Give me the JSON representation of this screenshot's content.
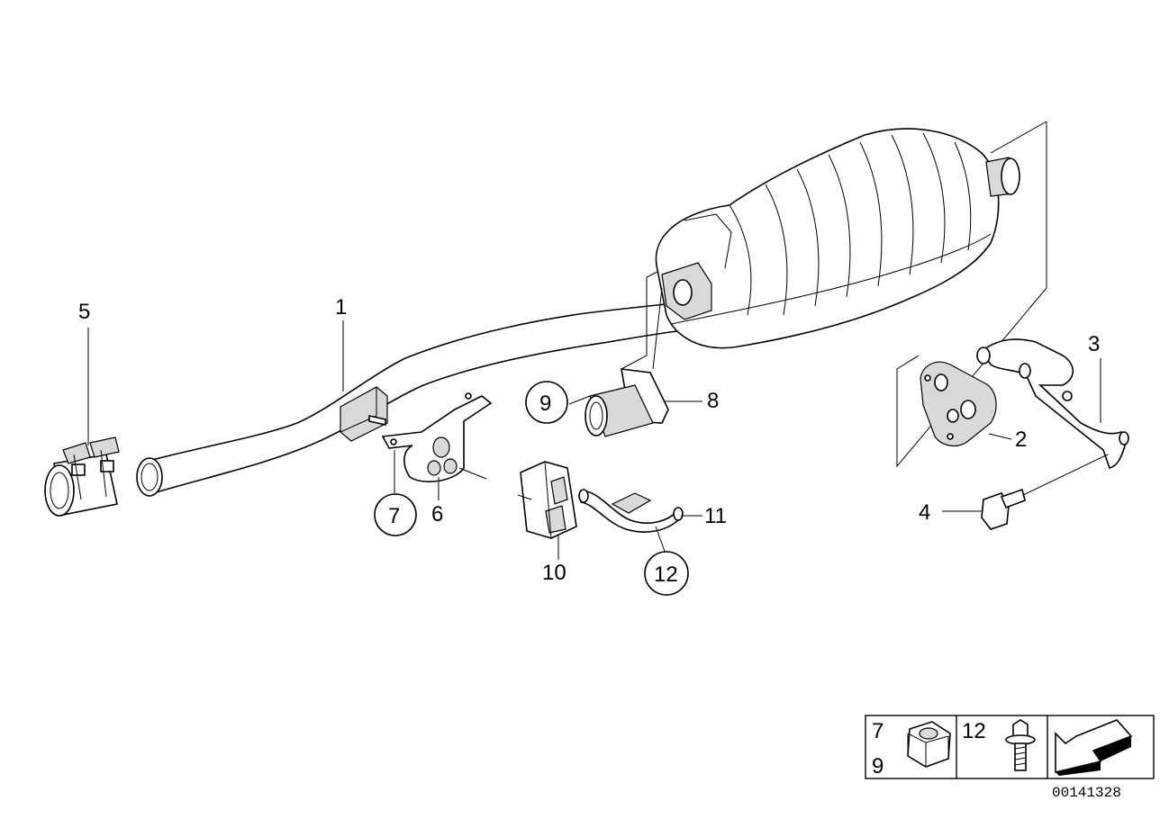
{
  "callouts": {
    "c1": "1",
    "c2": "2",
    "c3": "3",
    "c4": "4",
    "c5": "5",
    "c6": "6",
    "c7": "7",
    "c8": "8",
    "c9": "9",
    "c10": "10",
    "c11": "11",
    "c12": "12"
  },
  "legend": {
    "nut_top_label": "7",
    "nut_bottom_label": "9",
    "bolt_label": "12"
  },
  "diagram_code": "00141328"
}
